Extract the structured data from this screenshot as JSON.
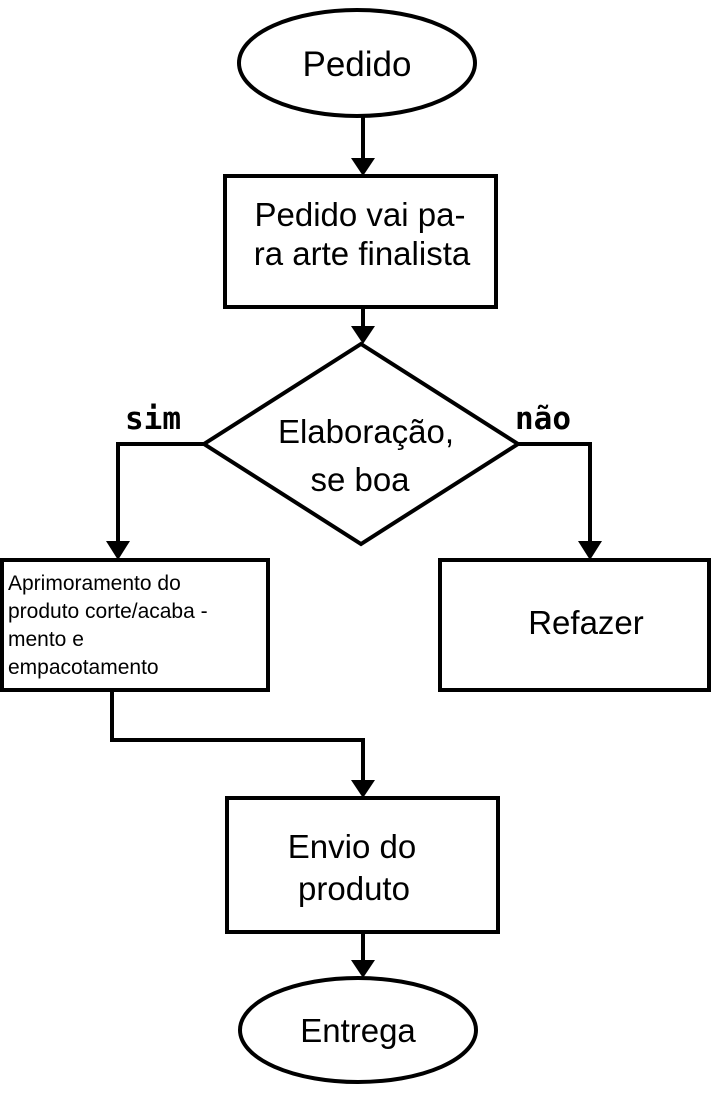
{
  "nodes": {
    "start": {
      "label": "Pedido"
    },
    "art": {
      "lines": [
        "Pedido vai pa-",
        "ra arte finalista"
      ]
    },
    "decision": {
      "lines": [
        "Elaboração,",
        "se boa"
      ]
    },
    "improve": {
      "lines": [
        "Aprimoramento do",
        "produto corte/acaba -",
        "mento e",
        "empacotamento"
      ]
    },
    "redo": {
      "label": "Refazer"
    },
    "ship": {
      "lines": [
        "Envio do",
        "produto"
      ]
    },
    "end": {
      "label": "Entrega"
    }
  },
  "edges": {
    "yes_label": "sim",
    "no_label": "não"
  },
  "colors": {
    "stroke": "#000000",
    "fill": "#ffffff",
    "background": "#ffffff"
  }
}
